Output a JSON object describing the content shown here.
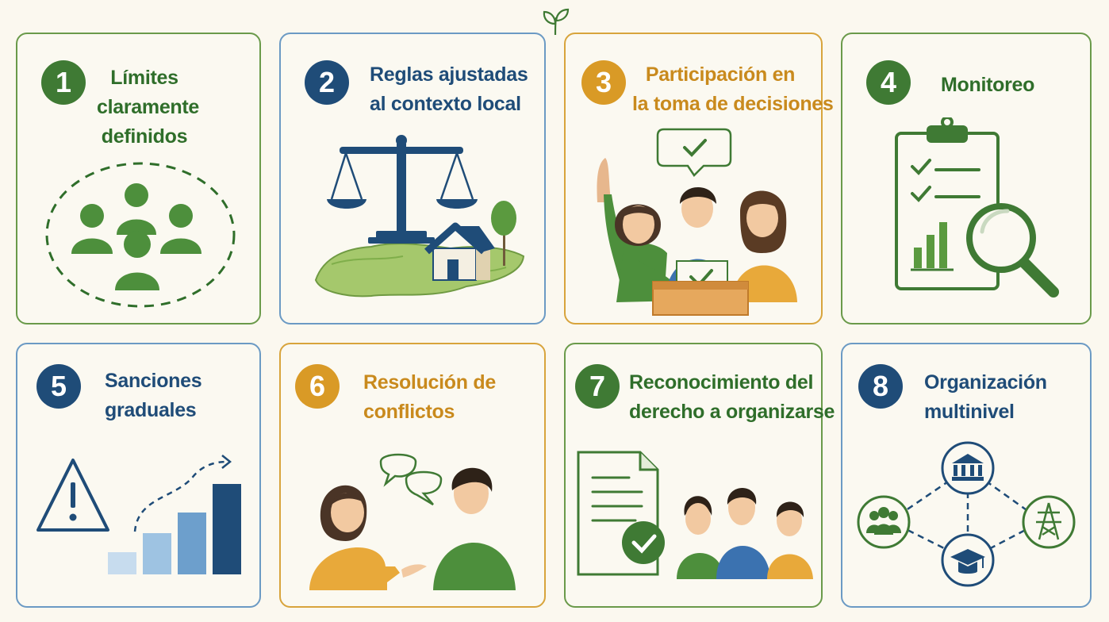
{
  "colors": {
    "green": "#3f7a34",
    "blue": "#1f4c78",
    "gold": "#d99a26",
    "background": "#fbf8ef"
  },
  "header_icon": "leaf-sprout-icon",
  "cards": [
    {
      "number": "1",
      "title_lines": [
        "Límites",
        "claramente",
        "definidos"
      ],
      "color": "green",
      "icon": "community-boundary-icon"
    },
    {
      "number": "2",
      "title_lines": [
        "Reglas ajustadas",
        "al contexto local"
      ],
      "color": "blue",
      "icon": "scales-with-house-icon"
    },
    {
      "number": "3",
      "title_lines": [
        "Participación en",
        "la toma de decisiones"
      ],
      "color": "gold",
      "icon": "group-voting-icon"
    },
    {
      "number": "4",
      "title_lines": [
        "Monitoreo"
      ],
      "color": "green",
      "icon": "clipboard-magnifier-icon"
    },
    {
      "number": "5",
      "title_lines": [
        "Sanciones",
        "graduales"
      ],
      "color": "blue",
      "icon": "warning-escalation-icon"
    },
    {
      "number": "6",
      "title_lines": [
        "Resolución de",
        "conflictos"
      ],
      "color": "gold",
      "icon": "dialogue-icon"
    },
    {
      "number": "7",
      "title_lines": [
        "Reconocimiento del",
        "derecho a organizarse"
      ],
      "color": "green",
      "icon": "approved-document-people-icon"
    },
    {
      "number": "8",
      "title_lines": [
        "Organización",
        "multinivel"
      ],
      "color": "blue",
      "icon": "multilevel-network-icon"
    }
  ]
}
